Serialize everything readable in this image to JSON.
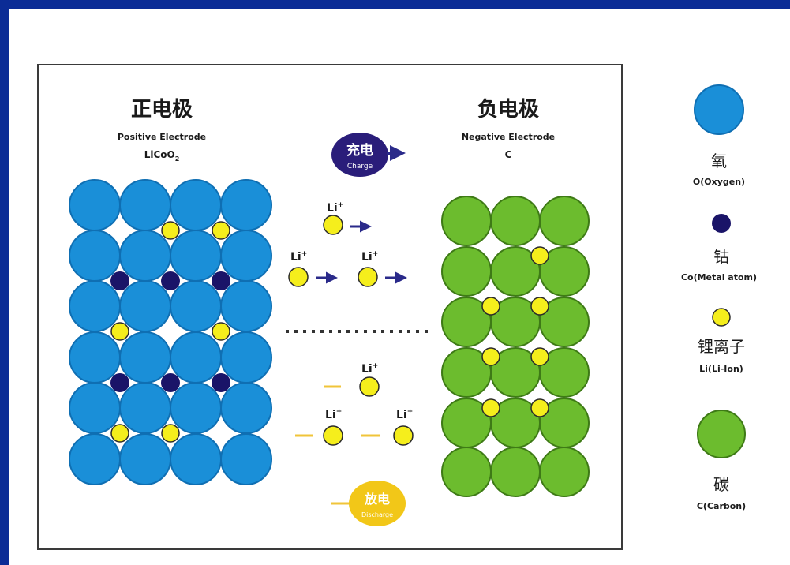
{
  "positive_electrode": {
    "title_cn": "正电极",
    "title_en": "Positive Electrode",
    "formula_main": "LiCoO",
    "formula_sub": "2"
  },
  "negative_electrode": {
    "title_cn": "负电极",
    "title_en": "Negative Electrode",
    "formula": "C"
  },
  "charge_badge": {
    "label_cn": "充电",
    "label_en": "Charge"
  },
  "discharge_badge": {
    "label_cn": "放电",
    "label_en": "Discharge"
  },
  "li_ion_label": "Li",
  "li_ion_superscript": "+",
  "legend": {
    "oxygen": {
      "label_cn": "氧",
      "label_en": "O(Oxygen)"
    },
    "cobalt": {
      "label_cn": "钴",
      "label_en": "Co(Metal atom)"
    },
    "lithium": {
      "label_cn": "锂离子",
      "label_en": "Li(Li-Ion)"
    },
    "carbon": {
      "label_cn": "碳",
      "label_en": "C(Carbon)"
    }
  },
  "colors": {
    "background": "#0b2c96",
    "oxygen": "#1a8fd8",
    "cobalt": "#1a1468",
    "lithium": "#f5ee1c",
    "carbon": "#6cbc2e",
    "charge_badge": "#2a1d7a",
    "discharge_badge": "#f2c718",
    "arrow_charge": "#2a2a8a",
    "arrow_discharge": "#f0c43a"
  }
}
